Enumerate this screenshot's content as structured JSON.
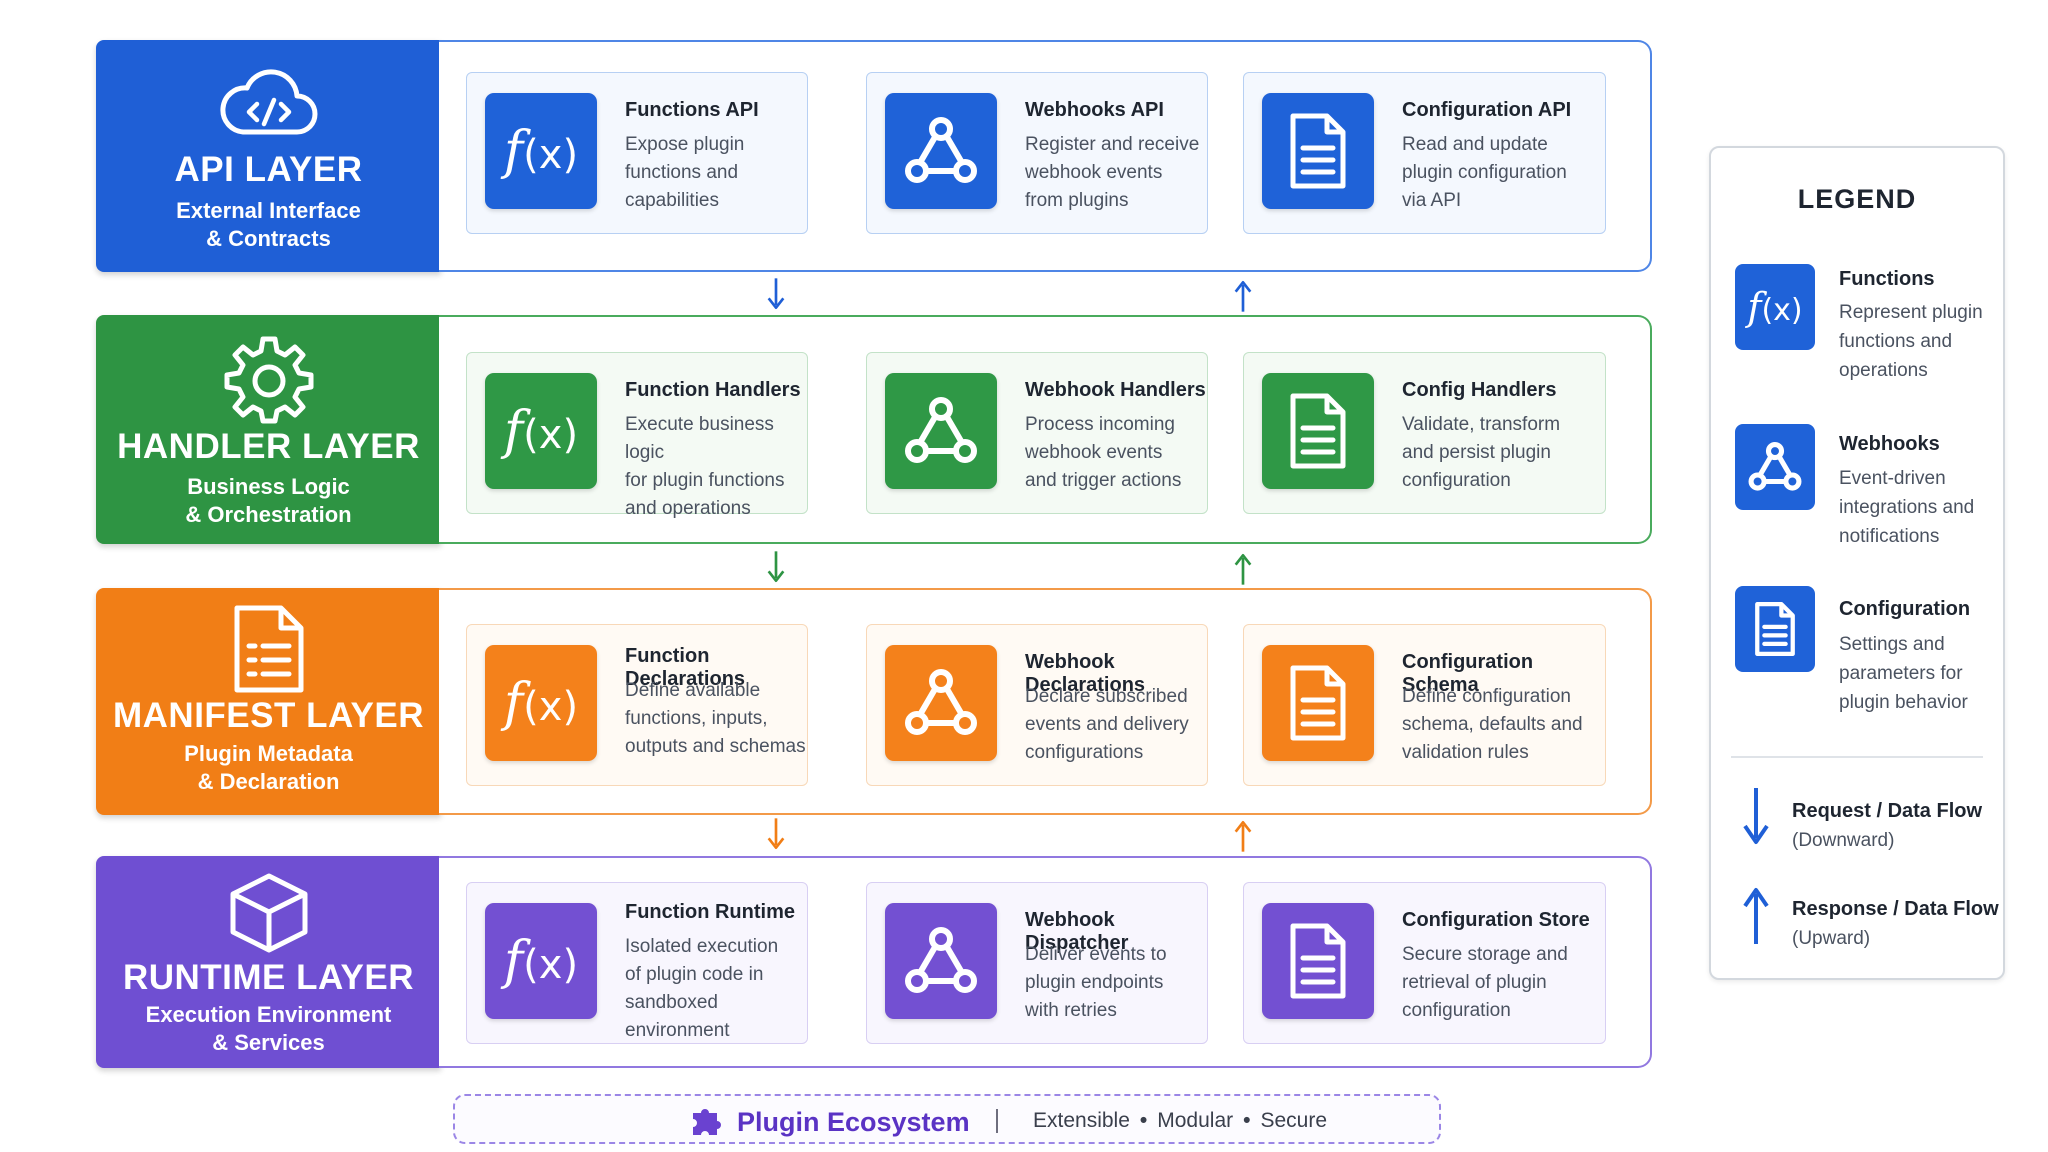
{
  "layers": [
    {
      "title": "API LAYER",
      "subtitle_1": "External Interface",
      "subtitle_2": "& Contracts",
      "cards": [
        {
          "title": "Functions API",
          "lines": [
            "Expose plugin",
            "functions and",
            "capabilities"
          ]
        },
        {
          "title": "Webhooks API",
          "lines": [
            "Register and receive",
            "webhook events",
            "from plugins"
          ]
        },
        {
          "title": "Configuration API",
          "lines": [
            "Read and update",
            "plugin configuration",
            "via API"
          ]
        }
      ]
    },
    {
      "title": "HANDLER LAYER",
      "subtitle_1": "Business Logic",
      "subtitle_2": "& Orchestration",
      "cards": [
        {
          "title": "Function Handlers",
          "lines": [
            "Execute business logic",
            "for plugin functions",
            "and operations"
          ]
        },
        {
          "title": "Webhook Handlers",
          "lines": [
            "Process incoming",
            "webhook events",
            "and trigger actions"
          ]
        },
        {
          "title": "Config Handlers",
          "lines": [
            "Validate, transform",
            "and persist plugin",
            "configuration"
          ]
        }
      ]
    },
    {
      "title": "MANIFEST LAYER",
      "subtitle_1": "Plugin Metadata",
      "subtitle_2": "& Declaration",
      "cards": [
        {
          "title": "Function Declarations",
          "lines": [
            "Define available",
            "functions, inputs,",
            "outputs and schemas"
          ]
        },
        {
          "title": "Webhook Declarations",
          "lines": [
            "Declare subscribed",
            "events and delivery",
            "configurations"
          ]
        },
        {
          "title": "Configuration Schema",
          "lines": [
            "Define configuration",
            "schema, defaults and",
            "validation rules"
          ]
        }
      ]
    },
    {
      "title": "RUNTIME LAYER",
      "subtitle_1": "Execution Environment",
      "subtitle_2": "& Services",
      "cards": [
        {
          "title": "Function Runtime",
          "lines": [
            "Isolated execution",
            "of plugin code in",
            "sandboxed environment"
          ]
        },
        {
          "title": "Webhook Dispatcher",
          "lines": [
            "Deliver events to",
            "plugin endpoints",
            "with retries"
          ]
        },
        {
          "title": "Configuration Store",
          "lines": [
            "Secure storage and",
            "retrieval of plugin",
            "configuration"
          ]
        }
      ]
    }
  ],
  "icons": {
    "fx_func": "f",
    "fx_paren": "(x)",
    "api": "cloud-code-icon",
    "handler": "gear-icon",
    "manifest": "document-list-icon",
    "runtime": "cube-icon",
    "function": "function-icon",
    "webhook": "webhook-icon",
    "config": "document-icon",
    "footer": "puzzle-icon"
  },
  "colors": {
    "api": "#1f5fd6",
    "handler": "#2e9443",
    "manifest": "#f17e16",
    "runtime": "#6f4fd2",
    "flow_arrow": "#1f5fd6"
  },
  "legend": {
    "title": "LEGEND",
    "items": [
      {
        "title": "Functions",
        "lines": [
          "Represent plugin",
          "functions and",
          "operations"
        ]
      },
      {
        "title": "Webhooks",
        "lines": [
          "Event-driven",
          "integrations and",
          "notifications"
        ]
      },
      {
        "title": "Configuration",
        "lines": [
          "Settings and",
          "parameters for",
          "plugin behavior"
        ]
      }
    ],
    "flows": [
      {
        "title": "Request / Data Flow",
        "sub": "(Downward)"
      },
      {
        "title": "Response / Data Flow",
        "sub": "(Upward)"
      }
    ]
  },
  "footer": {
    "name": "Plugin Ecosystem",
    "tag_1": "Extensible",
    "tag_2": "Modular",
    "tag_3": "Secure",
    "separator": "•"
  }
}
